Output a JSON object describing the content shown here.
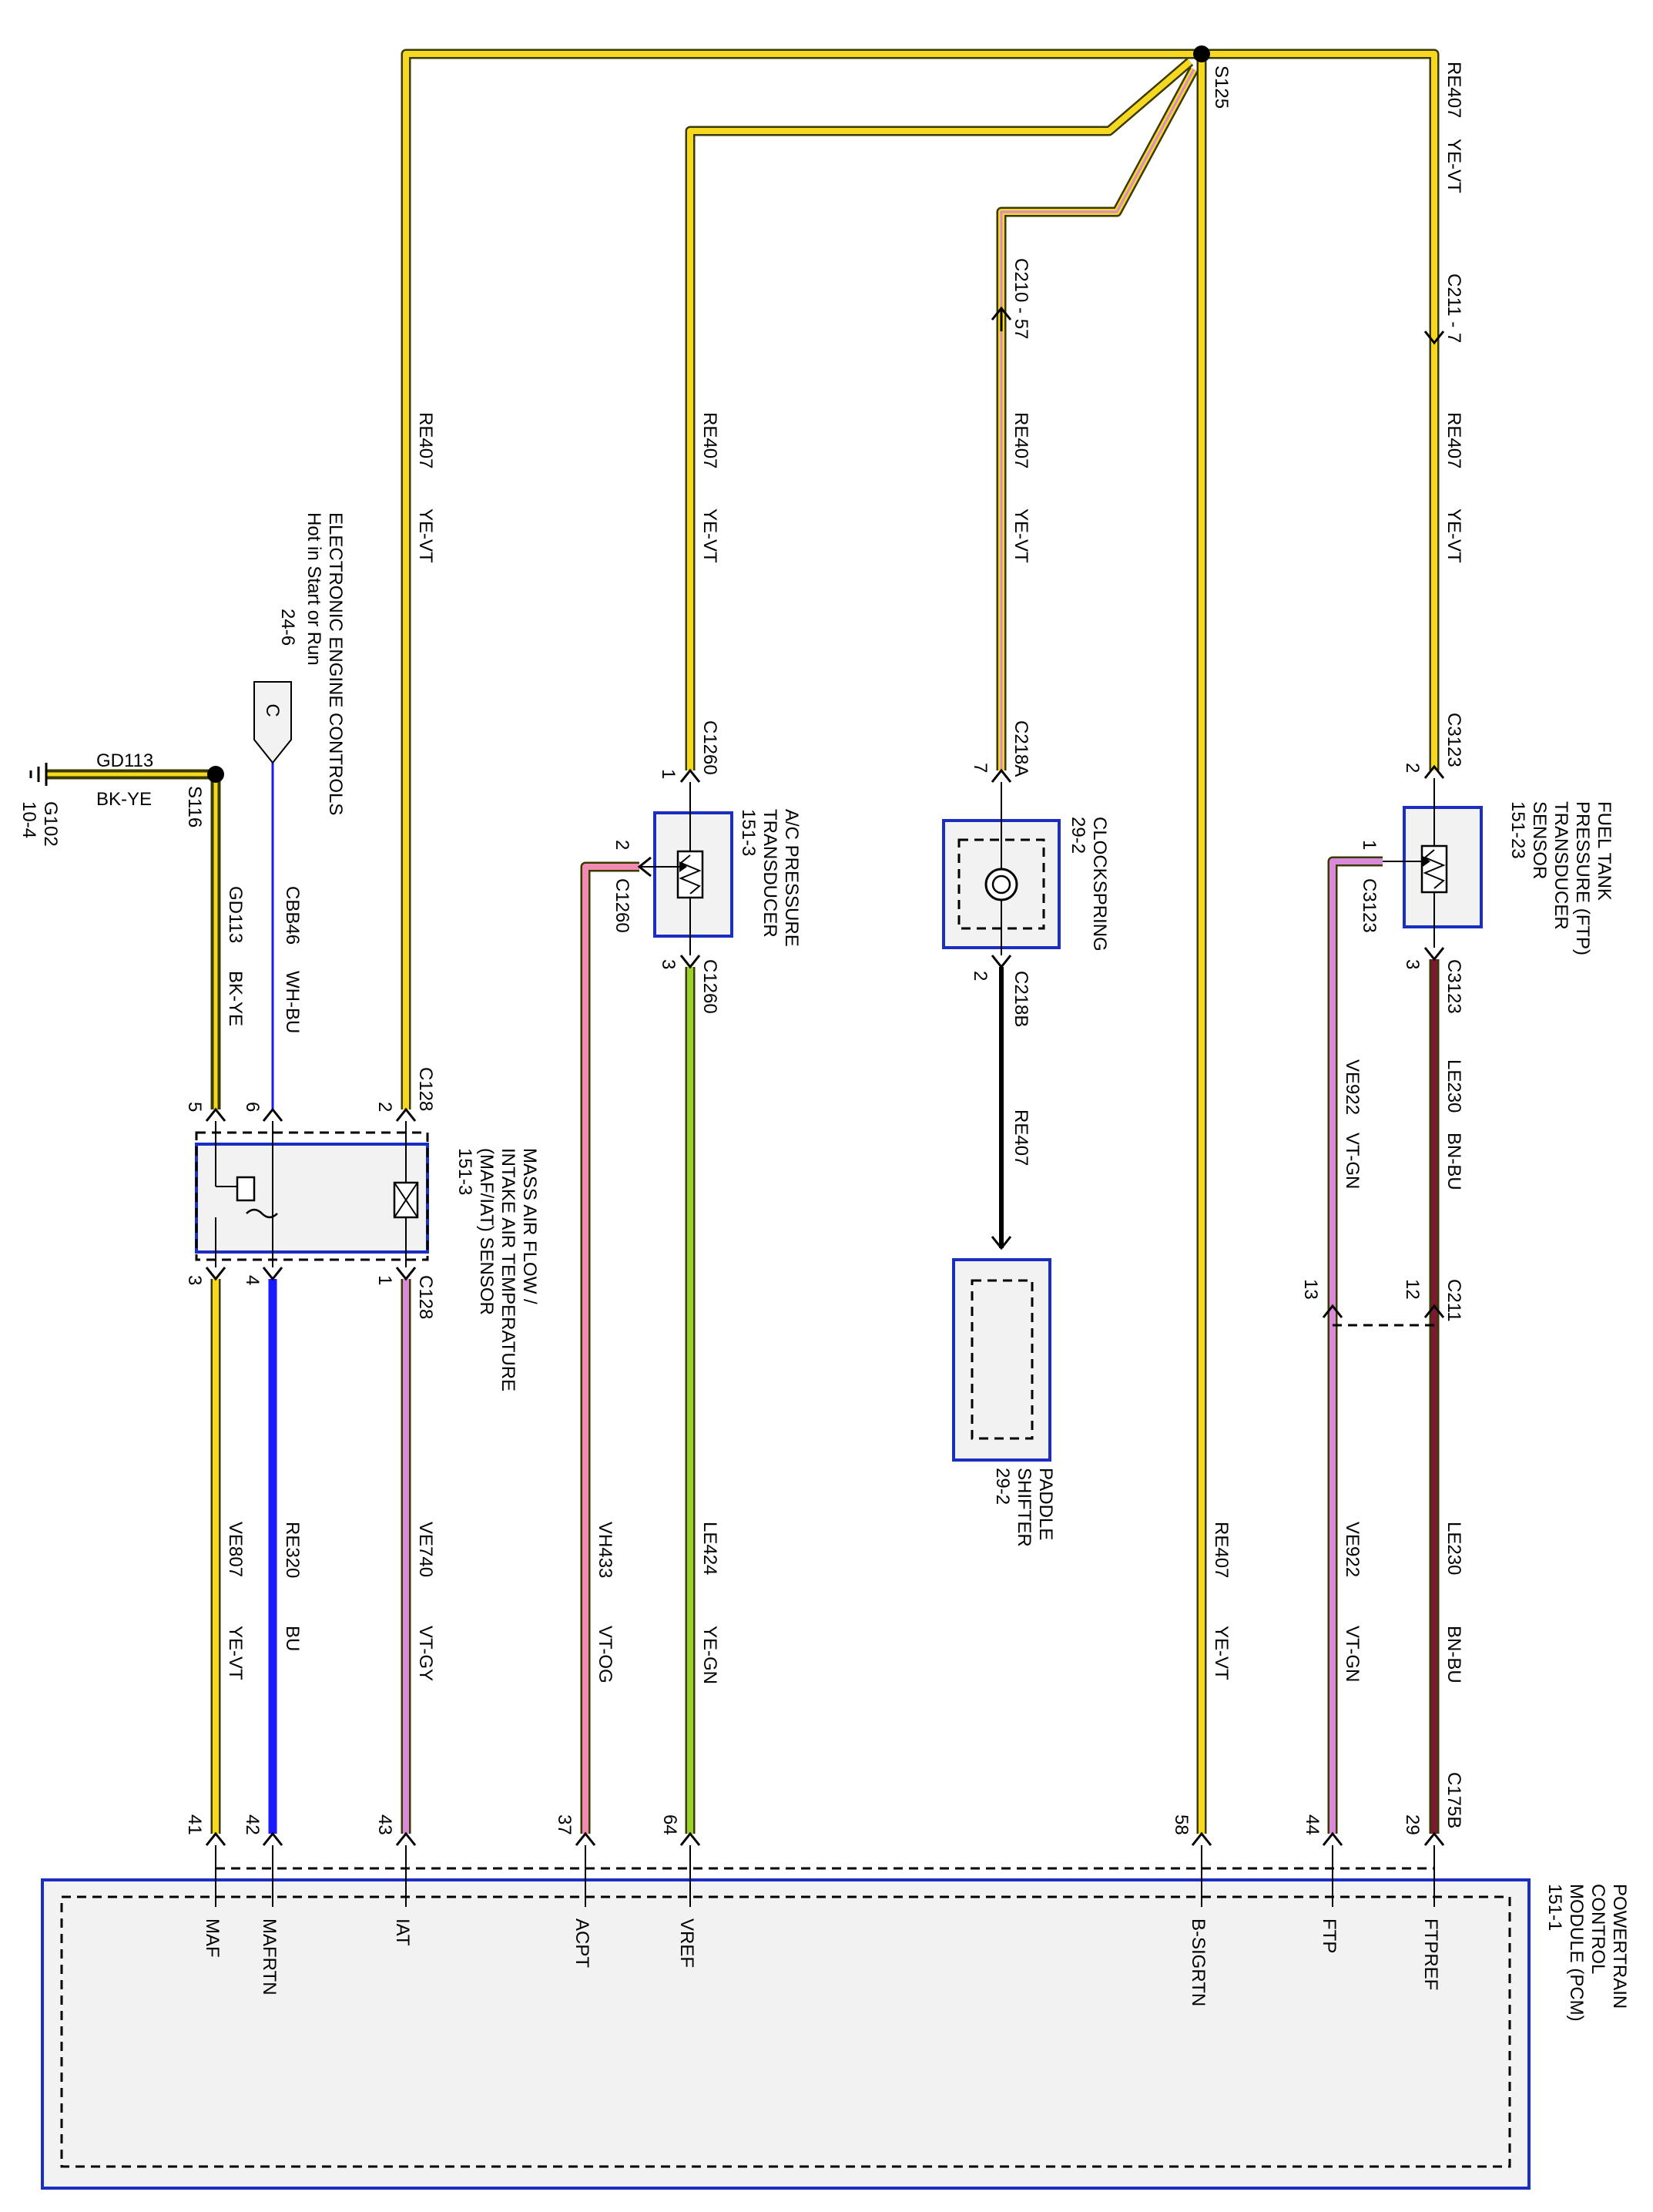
{
  "colors": {
    "yellow": "#f5d81f",
    "yellow_dark": "#3a3000",
    "pink": "#f08ab0",
    "violet": "#d98ad8",
    "blue": "#1a1aff",
    "green": "#9ad12a",
    "brown": "#7a1a32",
    "black": "#000000",
    "module_border": "#1a2fbf",
    "module_fill": "#f2f2f2"
  },
  "splices": {
    "s125": "S125",
    "s116": "S116"
  },
  "ground": {
    "wire": "GD113",
    "color": "BK-YE",
    "ground_id": "G102",
    "ground_ref": "10-4"
  },
  "pcm_header_wire": {
    "circuit": "RE407",
    "color": "YE-VT"
  },
  "connectors": {
    "c210": "C210 - 57",
    "c211_top": "C211 - 7",
    "c1260_1": "C1260",
    "c1260_2": "C1260",
    "c1260_3": "C1260",
    "c218a": "C218A",
    "c218b": "C218B",
    "c3123_2": "C3123",
    "c3123_1": "C3123",
    "c3123_3": "C3123",
    "c128_top": "C128",
    "c128_bot": "C128",
    "c211_mid": "C211",
    "c175b": "C175B"
  },
  "pins": {
    "p1260_1": "1",
    "p1260_2": "2",
    "p1260_3": "3",
    "p218a": "7",
    "p218b": "2",
    "p3123_2": "2",
    "p3123_1": "1",
    "p3123_3": "3",
    "p128_5": "5",
    "p128_6": "6",
    "p128_2": "2",
    "p128_3": "3",
    "p128_4": "4",
    "p128_1": "1",
    "p211_12": "12",
    "p211_13": "13",
    "pcm_41": "41",
    "pcm_42": "42",
    "pcm_43": "43",
    "pcm_37": "37",
    "pcm_64": "64",
    "pcm_58": "58",
    "pcm_44": "44",
    "pcm_29": "29"
  },
  "wire_labels": {
    "w_mafiat_5v": {
      "circuit": "RE407",
      "color": "YE-VT"
    },
    "w_ac_5v": {
      "circuit": "RE407",
      "color": "YE-VT"
    },
    "w_clk_5v": {
      "circuit": "RE407",
      "color": "YE-VT"
    },
    "w_ftp_5v": {
      "circuit": "RE407",
      "color": "YE-VT"
    },
    "w_gd113": {
      "circuit": "GD113",
      "color": "BK-YE"
    },
    "w_cbb46": {
      "circuit": "CBB46",
      "color": "WH-BU"
    },
    "w_re407_black": {
      "circuit": "RE407"
    },
    "w_ve922_top": {
      "circuit": "VE922",
      "color": "VT-GN"
    },
    "w_le230_top": {
      "circuit": "LE230",
      "color": "BN-BU"
    },
    "w_ve807": {
      "circuit": "VE807",
      "color": "YE-VT"
    },
    "w_re320": {
      "circuit": "RE320",
      "color": "BU"
    },
    "w_ve740": {
      "circuit": "VE740",
      "color": "VT-GY"
    },
    "w_vh433": {
      "circuit": "VH433",
      "color": "VT-OG"
    },
    "w_le424": {
      "circuit": "LE424",
      "color": "YE-GN"
    },
    "w_re407_pcm": {
      "circuit": "RE407",
      "color": "YE-VT"
    },
    "w_ve922_bot": {
      "circuit": "VE922",
      "color": "VT-GN"
    },
    "w_le230_bot": {
      "circuit": "LE230",
      "color": "BN-BU"
    }
  },
  "components": {
    "eec": {
      "line1": "ELECTRONIC ENGINE CONTROLS",
      "line2": "Hot in Start or Run",
      "ref": "24-6",
      "flag": "C"
    },
    "ac": {
      "line1": "A/C PRESSURE",
      "line2": "TRANSDUCER",
      "line3": "151-3"
    },
    "clock": {
      "line1": "CLOCKSPRING",
      "line2": "29-2"
    },
    "paddle": {
      "line1": "PADDLE",
      "line2": "SHIFTER",
      "line3": "29-2"
    },
    "ftp": {
      "line1": "FUEL TANK",
      "line2": "PRESSURE (FTP)",
      "line3": "TRANSDUCER",
      "line4": "SENSOR",
      "line5": "151-23"
    },
    "maf": {
      "line1": "MASS AIR FLOW /",
      "line2": "INTAKE AIR TEMPERATURE",
      "line3": "(MAF/IAT) SENSOR",
      "line4": "151-3"
    },
    "pcm": {
      "line1": "POWERTRAIN",
      "line2": "CONTROL",
      "line3": "MODULE (PCM)",
      "line4": "151-1"
    }
  },
  "pcm_signals": {
    "maf": "MAF",
    "mafrtn": "MAFRTN",
    "iat": "IAT",
    "acpt": "ACPT",
    "vref": "VREF",
    "bsigrtn": "B-SIGRTN",
    "ftp": "FTP",
    "ftpref": "FTPREF"
  }
}
